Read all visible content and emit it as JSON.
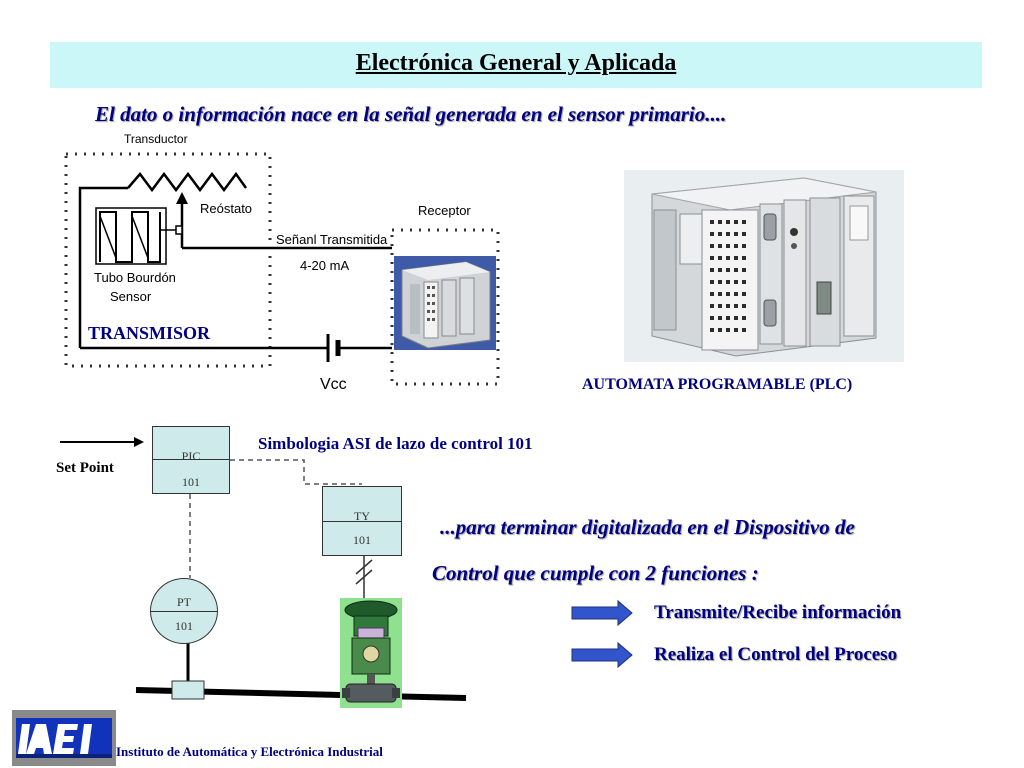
{
  "header": {
    "title": "Electrónica General y Aplicada",
    "subtitle": "El dato o información  nace en la señal generada en el sensor primario...."
  },
  "transmitter_diagram": {
    "transducer_label": "Transductor",
    "rheostat_label": "Reóstato",
    "bourdon_label": "Tubo Bourdón",
    "sensor_label": "Sensor",
    "signal_label": "Señanl Transmitida",
    "range_label": "4-20 mA",
    "receiver_label": "Receptor",
    "transmitter_label": "TRANSMISOR",
    "vcc_label": "Vcc"
  },
  "plc": {
    "caption": "AUTOMATA PROGRAMABLE   (PLC)"
  },
  "loop": {
    "symbology_title": "Simbologia ASI de lazo de control 101",
    "set_point_label": "Set Point",
    "pic": {
      "tag": "PIC",
      "number": "101"
    },
    "ty": {
      "tag": "TY",
      "number": "101"
    },
    "pt": {
      "tag": "PT",
      "number": "101"
    }
  },
  "conclusion": {
    "line1": "...para terminar digitalizada en el Dispositivo de",
    "line2": "Control que cumple con 2 funciones :",
    "bullets": [
      "Transmite/Recibe información",
      "Realiza el Control del Proceso"
    ]
  },
  "footer": {
    "logo_text": "IAEI",
    "institute": "Instituto de Automática y Electrónica Industrial"
  },
  "colors": {
    "title_background": "#ccf7f9",
    "accent_text": "#000080",
    "symbol_fill": "#cfeaea",
    "arrow_blue": "#3355cc"
  }
}
